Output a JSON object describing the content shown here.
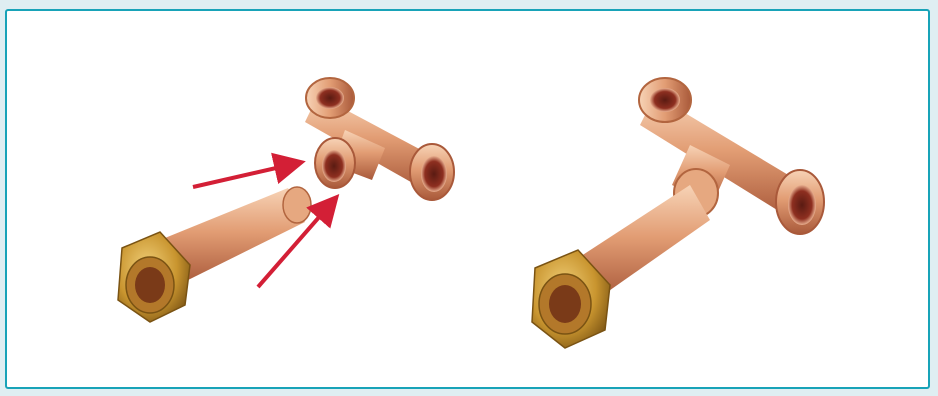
{
  "colors": {
    "frame_border": "#18a3b8",
    "frame_background": "#ffffff",
    "page_background": "#dfeef2",
    "copper_light": "#f4c9a8",
    "copper_mid": "#d98b62",
    "copper_dark": "#9c4b2c",
    "brass": "#c9952f",
    "brass_dark": "#7a5313",
    "arrow_red": "#d31f36"
  },
  "figures": {
    "left": {
      "subject": "tap-connector-and-tee-disassembled"
    },
    "right": {
      "subject": "tap-connector-inserted-in-tee"
    }
  },
  "arrows": {
    "count": 2
  }
}
